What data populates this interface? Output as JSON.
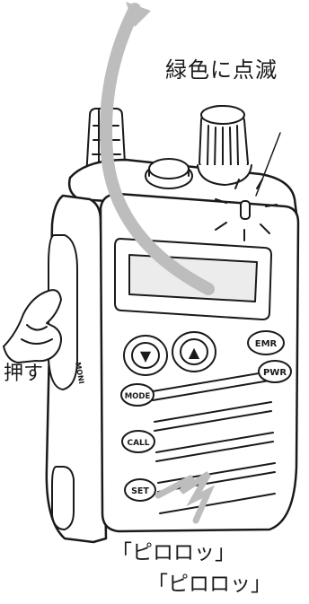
{
  "annotations": {
    "led_blink": "緑色に点滅",
    "press": "押す",
    "beep_1": "「ピロロッ」",
    "beep_2": "「ピロロッ」"
  },
  "buttons": {
    "down": "▼",
    "up": "▲",
    "emr": "EMR",
    "pwr": "PWR",
    "mode": "MODE",
    "call": "CALL",
    "set": "SET",
    "moni": "MONI"
  },
  "colors": {
    "outline": "#1a1a1a",
    "body_fill": "#ffffff",
    "arrow_gray": "#bdbdbd",
    "screen_fill": "#ececec"
  }
}
